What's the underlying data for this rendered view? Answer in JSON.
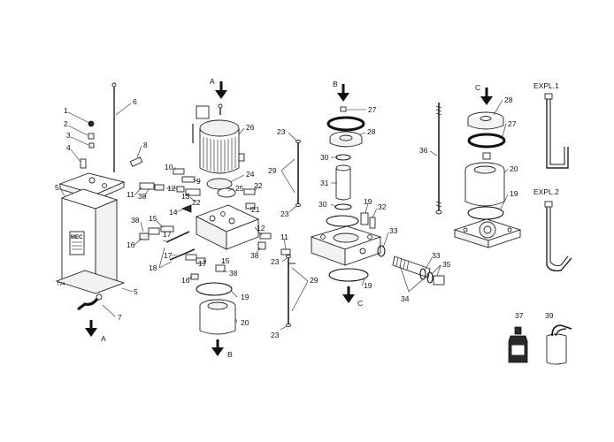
{
  "labels": {
    "n1": "1",
    "n2": "2",
    "n3": "3",
    "n4": "4",
    "n5": "5",
    "n6": "6",
    "n7": "7",
    "n8": "8",
    "n9": "9",
    "n10": "10",
    "n11": "11",
    "n12": "12",
    "n13": "13",
    "n14": "14",
    "n15": "15",
    "n16": "16",
    "n17": "17",
    "n18": "18",
    "n19": "19",
    "n20": "20",
    "n21": "21",
    "n22": "22",
    "n23": "23",
    "n24": "24",
    "n25": "25",
    "n26": "26",
    "n27": "27",
    "n28": "28",
    "n29": "29",
    "n30": "30",
    "n31": "31",
    "n32": "32",
    "n33": "33",
    "n34": "34",
    "n35": "35",
    "n36": "36",
    "n37": "37",
    "n38": "38",
    "n39": "39"
  },
  "arrows": {
    "a": "A",
    "b": "B",
    "c": "C"
  },
  "expl": {
    "e1": "EXPL.1",
    "e2": "EXPL.2"
  },
  "brand": {
    "tank_label": "MEC",
    "base_text": "TV4"
  }
}
